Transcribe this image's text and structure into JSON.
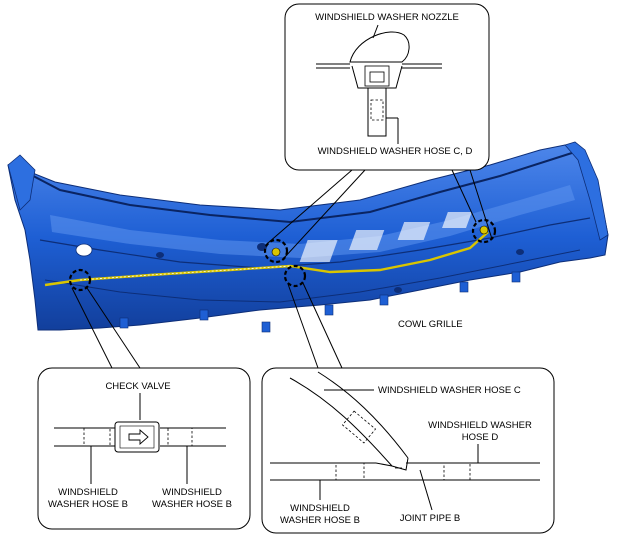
{
  "labels": {
    "nozzle": "WINDSHIELD WASHER NOZZLE",
    "hose_cd": "WINDSHIELD WASHER HOSE C, D",
    "cowl_grille": "COWL GRILLE",
    "check_valve": "CHECK VALVE",
    "hose_b_left_1": "WINDSHIELD",
    "hose_b_left_2": "WASHER HOSE B",
    "hose_b_right_1": "WINDSHIELD",
    "hose_b_right_2": "WASHER HOSE B",
    "hose_c": "WINDSHIELD WASHER HOSE C",
    "hose_d_1": "WINDSHIELD WASHER",
    "hose_d_2": "HOSE D",
    "hose_b_br_1": "WINDSHIELD",
    "hose_b_br_2": "WASHER HOSE B",
    "joint_pipe": "JOINT PIPE B"
  },
  "colors": {
    "cowl_blue": "#1e5fd4",
    "cowl_dark": "#123f9c",
    "cowl_light": "#4d86ea",
    "hose_yellow": "#d9c500"
  }
}
